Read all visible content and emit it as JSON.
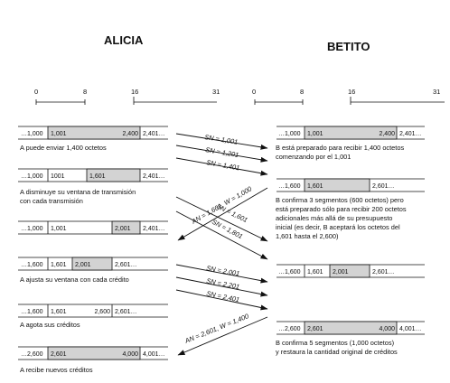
{
  "titles": {
    "left": "ALICIA",
    "right": "BETITO"
  },
  "scale_ticks": [
    "0",
    "8",
    "16",
    "31"
  ],
  "left_rows": [
    {
      "cells": [
        "…1,000",
        "1,001",
        "2,400",
        "2,401…"
      ],
      "caption": [
        "A puede enviar 1,400 octetos"
      ]
    },
    {
      "cells": [
        "…1,000",
        "1001",
        "1,601",
        "2,401…"
      ],
      "caption": [
        "A disminuye su ventana de transmisión",
        "con cada transmisión"
      ]
    },
    {
      "cells": [
        "…1,000",
        "1,001",
        "2,001",
        "2,401…"
      ],
      "caption": []
    },
    {
      "cells": [
        "…1,600",
        "1,601",
        "2,001",
        "2,601…"
      ],
      "caption": [
        "A ajusta su ventana con cada crédito"
      ]
    },
    {
      "cells": [
        "…1,600",
        "1,601",
        "2,600",
        "2,601…"
      ],
      "caption": [
        "A agota sus créditos"
      ]
    },
    {
      "cells": [
        "…2,600",
        "2,601",
        "4,000",
        "4,001…"
      ],
      "caption": [
        "A recibe nuevos créditos"
      ]
    }
  ],
  "right_rows": [
    {
      "cells": [
        "…1,000",
        "1,001",
        "2,400",
        "2,401…"
      ],
      "caption": [
        "B está preparado para recibir 1,400 octetos",
        "comenzando por el 1,001"
      ]
    },
    {
      "cells": [
        "…1,600",
        "1,601",
        "2,601…"
      ],
      "caption": [
        "B confirma 3 segmentos (600 octetos) pero",
        "está preparado sólo para recibir 200 octetos",
        "adicionales más allá de su presupuesto",
        "inicial (es decir, B aceptará los octetos del",
        "1,601 hasta el 2,600)"
      ]
    },
    {
      "cells": [
        "…1,600",
        "1,601",
        "2,001",
        "2,601…"
      ],
      "caption": []
    },
    {
      "cells": [
        "…2,600",
        "2,601",
        "4,000",
        "4,001…"
      ],
      "caption": [
        "B confirma 5 segmentos (1,000 octetos)",
        "y restaura la cantidad original de créditos"
      ]
    }
  ],
  "messages": [
    {
      "label": "SN = 1,001",
      "direction": "a-to-b"
    },
    {
      "label": "SN = 1,201",
      "direction": "a-to-b"
    },
    {
      "label": "SN = 1,401",
      "direction": "a-to-b"
    },
    {
      "label": "AN = 1,601, W = 1,000",
      "direction": "b-to-a"
    },
    {
      "label": "SN = 1,601",
      "direction": "a-to-b"
    },
    {
      "label": "SN = 1,801",
      "direction": "a-to-b"
    },
    {
      "label": "SN = 2,001",
      "direction": "a-to-b"
    },
    {
      "label": "SN = 2,201",
      "direction": "a-to-b"
    },
    {
      "label": "SN = 2,401",
      "direction": "a-to-b"
    },
    {
      "label": "AN = 2,601, W = 1,400",
      "direction": "b-to-a"
    }
  ]
}
